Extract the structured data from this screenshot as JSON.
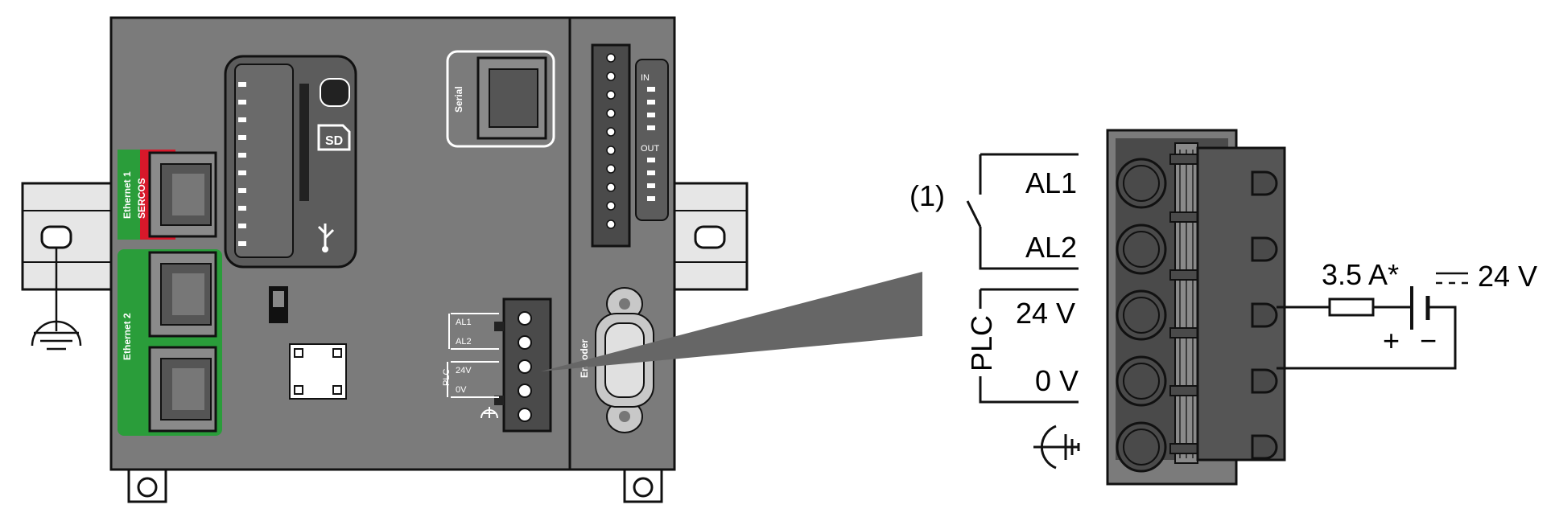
{
  "controller": {
    "ethernet1": "Ethernet 1",
    "sercos": "SERCOS",
    "ethernet2": "Ethernet 2",
    "serial": "Serial",
    "in_label": "IN",
    "out_label": "OUT",
    "encoder": "Encoder",
    "conn_al1": "AL1",
    "conn_al2": "AL2",
    "conn_plc": "PLC",
    "conn_24v": "24V",
    "conn_0v": "0V"
  },
  "detail": {
    "callout": "(1)",
    "al1": "AL1",
    "al2": "AL2",
    "plc": "PLC",
    "v24": "24 V",
    "v0": "0 V",
    "fuse": "3.5 A*",
    "supply": "24 V",
    "plus": "+",
    "minus": "−"
  },
  "colors": {
    "body": "#7b7b7b",
    "body_dark": "#5c5c5c",
    "outline": "#111111",
    "eth1_red": "#d7182a",
    "eth_green": "#2a9d3a",
    "terminal": "#4a4a4a",
    "rail": "#e6e6e6"
  }
}
